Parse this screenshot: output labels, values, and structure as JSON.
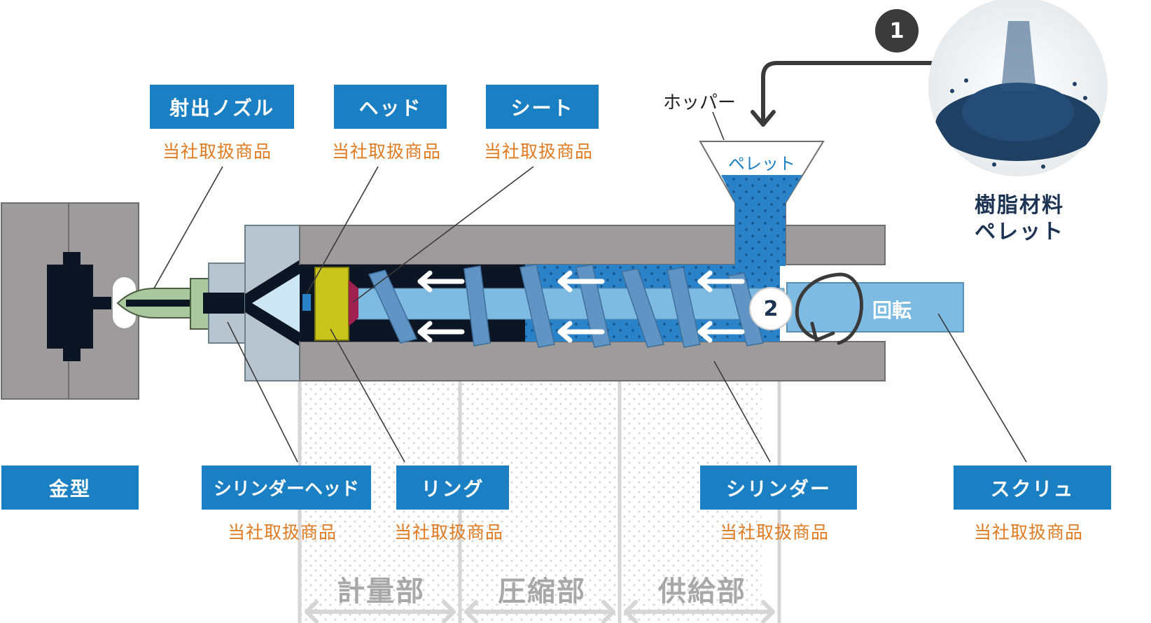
{
  "labels": {
    "nozzle": "射出ノズル",
    "head": "ヘッド",
    "seat": "シート",
    "mold": "金型",
    "cylinder_head": "シリンダーヘッド",
    "ring": "リング",
    "cylinder": "シリンダー",
    "screw": "スクリュ"
  },
  "note_text": "当社取扱商品",
  "hopper": "ホッパー",
  "pellet_in_hopper": "ペレット",
  "resin_label_line1": "樹脂材料",
  "resin_label_line2": "ペレット",
  "rotation": "回転",
  "step1": "1",
  "step2": "2",
  "sections": {
    "metering": "計量部",
    "compression": "圧縮部",
    "feed": "供給部"
  },
  "colors": {
    "label_bg": "#1b7fc4",
    "note": "#e07b22",
    "cylinder_gray": "#9d9b9b",
    "dark": "#0c1524",
    "resin_blue": "#2a82c8",
    "screw_light": "#7dbbe3",
    "ring_yellow": "#c9c419",
    "section_gray": "#a8a8a8"
  }
}
